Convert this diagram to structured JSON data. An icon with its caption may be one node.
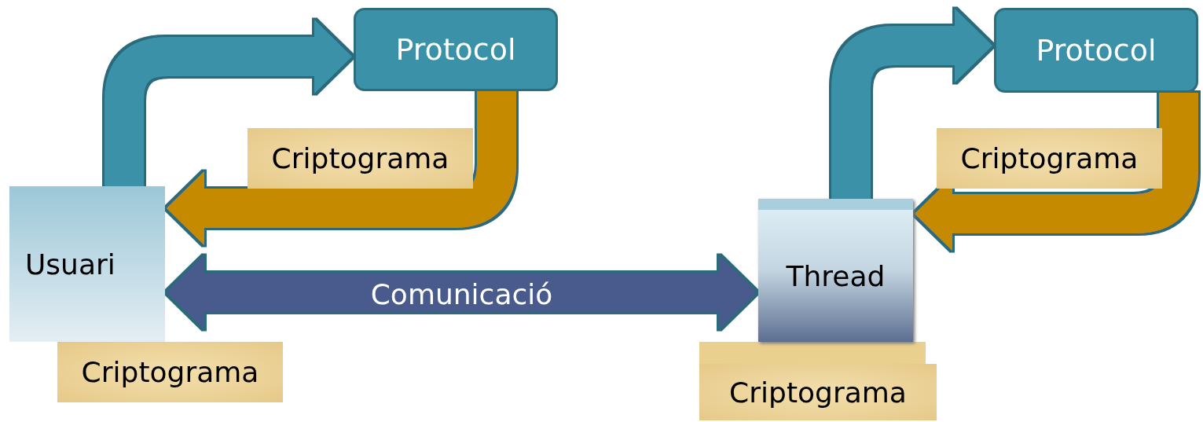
{
  "diagram": {
    "nodes": [
      {
        "text": [
          "Protocol"
        ]
      },
      {
        "text": [
          "Criptograma"
        ]
      },
      {
        "text": [
          "Usuari"
        ]
      },
      {
        "text": [
          "Criptograma"
        ]
      },
      {
        "text": [
          "Protocol"
        ]
      },
      {
        "text": [
          "Criptograma"
        ]
      },
      {
        "text": [
          "Thread"
        ]
      },
      {
        "text": [
          "Criptograma"
        ]
      }
    ],
    "edges": [
      {
        "from": 2,
        "to": 0,
        "arrow": "to",
        "color": "#3a91a8"
      },
      {
        "from": 0,
        "to": 2,
        "arrow": "to",
        "color": "#c68a00"
      },
      {
        "from": 2,
        "to": 6,
        "arrow": "both",
        "label": "Comunicació",
        "color": "#485a8c"
      },
      {
        "from": 6,
        "to": 4,
        "arrow": "to",
        "color": "#3a91a8"
      },
      {
        "from": 4,
        "to": 6,
        "arrow": "to",
        "color": "#c68a00"
      }
    ]
  }
}
